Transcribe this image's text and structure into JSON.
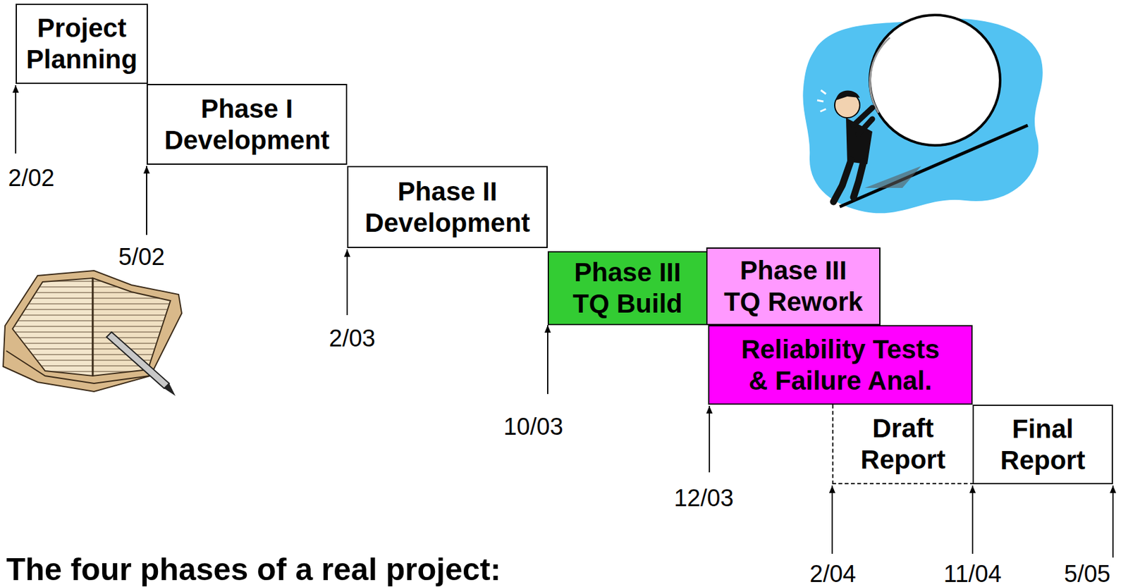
{
  "diagram": {
    "caption": "The four phases of a real project:",
    "nodes": [
      {
        "text": [
          "Project Planning"
        ]
      },
      {
        "text": [
          "Phase I Development"
        ]
      },
      {
        "text": [
          "Phase II Development"
        ]
      },
      {
        "text": [
          "Phase III TQ Build"
        ]
      },
      {
        "text": [
          "Phase III TQ Rework"
        ]
      },
      {
        "text": [
          "Reliability Tests & Failure Anal."
        ]
      },
      {
        "text": [
          "Draft Report"
        ]
      },
      {
        "text": [
          "Final Report"
        ]
      }
    ],
    "labels": [
      "2/02",
      "5/02",
      "2/03",
      "10/03",
      "12/03",
      "2/04",
      "11/04",
      "5/05"
    ]
  }
}
